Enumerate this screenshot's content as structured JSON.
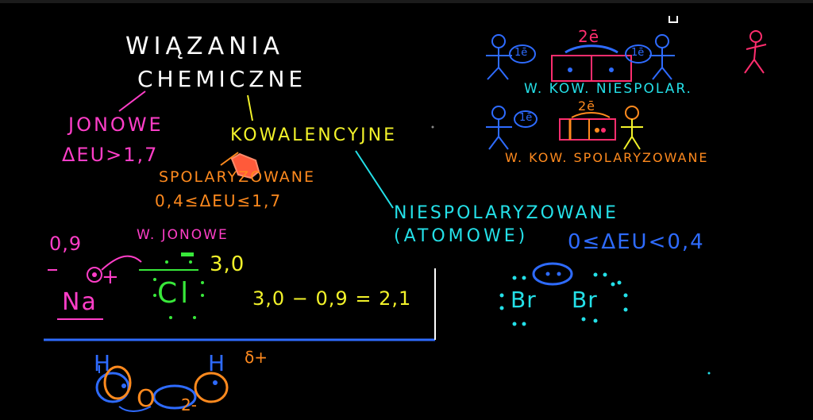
{
  "title": {
    "line1": "WIĄZANIA",
    "line2": "CHEMICZNE"
  },
  "ionic": {
    "label": "JONOWE",
    "condition": "ΔEU>1,7"
  },
  "covalent": {
    "label": "KOWALENCYJNE"
  },
  "polar": {
    "label": "SPOLARYZOWANE",
    "condition": "0,4≤ΔEU≤1,7"
  },
  "nonpolar": {
    "label": "NIESPOLARYZOWANE",
    "sublabel": "(ATOMOWE)",
    "condition": "0≤ΔEU<0,4"
  },
  "nacl": {
    "na_en": "0,9",
    "bond_label": "W. JONOWE",
    "cl_en": "3,0",
    "na_symbol": "Na",
    "plus": "+",
    "cl_symbol": "Cl",
    "minus": "−",
    "calc": "3,0 − 0,9 = 2,1"
  },
  "br2": {
    "atom1": "Br",
    "atom2": "Br"
  },
  "water": {
    "h1": "H",
    "h2": "H",
    "o": "O",
    "delta_plus": "δ+",
    "delta_minus": "2-"
  },
  "top_right": {
    "pair_label": "2ē",
    "electron_label": "1ē",
    "nonpolar_bond": "W. KOW. NIESPOLAR.",
    "polar_bond": "W. KOW. SPOLARYZOWANE"
  },
  "colors": {
    "white": "#ffffff",
    "magenta": "#ff3ec8",
    "yellow": "#f2f22a",
    "orange": "#ff8a1e",
    "cyan": "#24e0e8",
    "blue": "#2e6bff",
    "green": "#38e83a",
    "pink": "#ff2d6e"
  }
}
